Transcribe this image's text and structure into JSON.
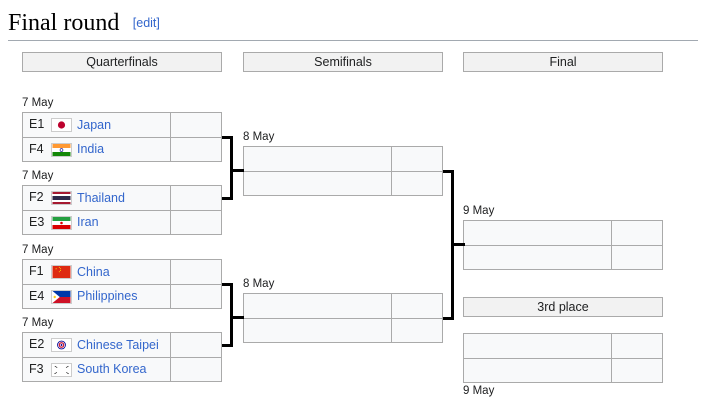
{
  "heading": {
    "title": "Final round",
    "edit_label": "[edit]"
  },
  "rounds": [
    {
      "key": "quarterfinals",
      "label": "Quarterfinals"
    },
    {
      "key": "semifinals",
      "label": "Semifinals"
    },
    {
      "key": "final",
      "label": "Final"
    }
  ],
  "third_place_label": "3rd place",
  "dates": {
    "qf1": "7 May",
    "qf2": "7 May",
    "qf3": "7 May",
    "qf4": "7 May",
    "sf1": "8 May",
    "sf2": "8 May",
    "final": "9 May",
    "third": "9 May"
  },
  "quarterfinals": [
    {
      "id": "qf1",
      "teams": [
        {
          "seed": "E1",
          "name": "Japan",
          "flag": "flag-japan",
          "score": ""
        },
        {
          "seed": "F4",
          "name": "India",
          "flag": "flag-india",
          "score": ""
        }
      ]
    },
    {
      "id": "qf2",
      "teams": [
        {
          "seed": "F2",
          "name": "Thailand",
          "flag": "flag-thailand",
          "score": ""
        },
        {
          "seed": "E3",
          "name": "Iran",
          "flag": "flag-iran",
          "score": ""
        }
      ]
    },
    {
      "id": "qf3",
      "teams": [
        {
          "seed": "F1",
          "name": "China",
          "flag": "flag-china",
          "score": ""
        },
        {
          "seed": "E4",
          "name": "Philippines",
          "flag": "flag-philippines",
          "score": ""
        }
      ]
    },
    {
      "id": "qf4",
      "teams": [
        {
          "seed": "E2",
          "name": "Chinese Taipei",
          "flag": "flag-chinese-taipei",
          "score": ""
        },
        {
          "seed": "F3",
          "name": "South Korea",
          "flag": "flag-south-korea",
          "score": ""
        }
      ]
    }
  ],
  "semifinals": [
    {
      "id": "sf1",
      "teams": [
        {
          "seed": "",
          "name": "",
          "flag": "",
          "score": ""
        },
        {
          "seed": "",
          "name": "",
          "flag": "",
          "score": ""
        }
      ]
    },
    {
      "id": "sf2",
      "teams": [
        {
          "seed": "",
          "name": "",
          "flag": "",
          "score": ""
        },
        {
          "seed": "",
          "name": "",
          "flag": "",
          "score": ""
        }
      ]
    }
  ],
  "final": {
    "id": "final",
    "teams": [
      {
        "seed": "",
        "name": "",
        "flag": "",
        "score": ""
      },
      {
        "seed": "",
        "name": "",
        "flag": "",
        "score": ""
      }
    ]
  },
  "third_place": {
    "id": "third",
    "teams": [
      {
        "seed": "",
        "name": "",
        "flag": "",
        "score": ""
      },
      {
        "seed": "",
        "name": "",
        "flag": "",
        "score": ""
      }
    ]
  },
  "colors": {
    "link": "#3366cc",
    "border": "#aaaaaa",
    "header_bg": "#f2f2f2",
    "cell_bg": "#f8f9fa",
    "connector": "#000000",
    "rule": "#a2a9b1"
  }
}
